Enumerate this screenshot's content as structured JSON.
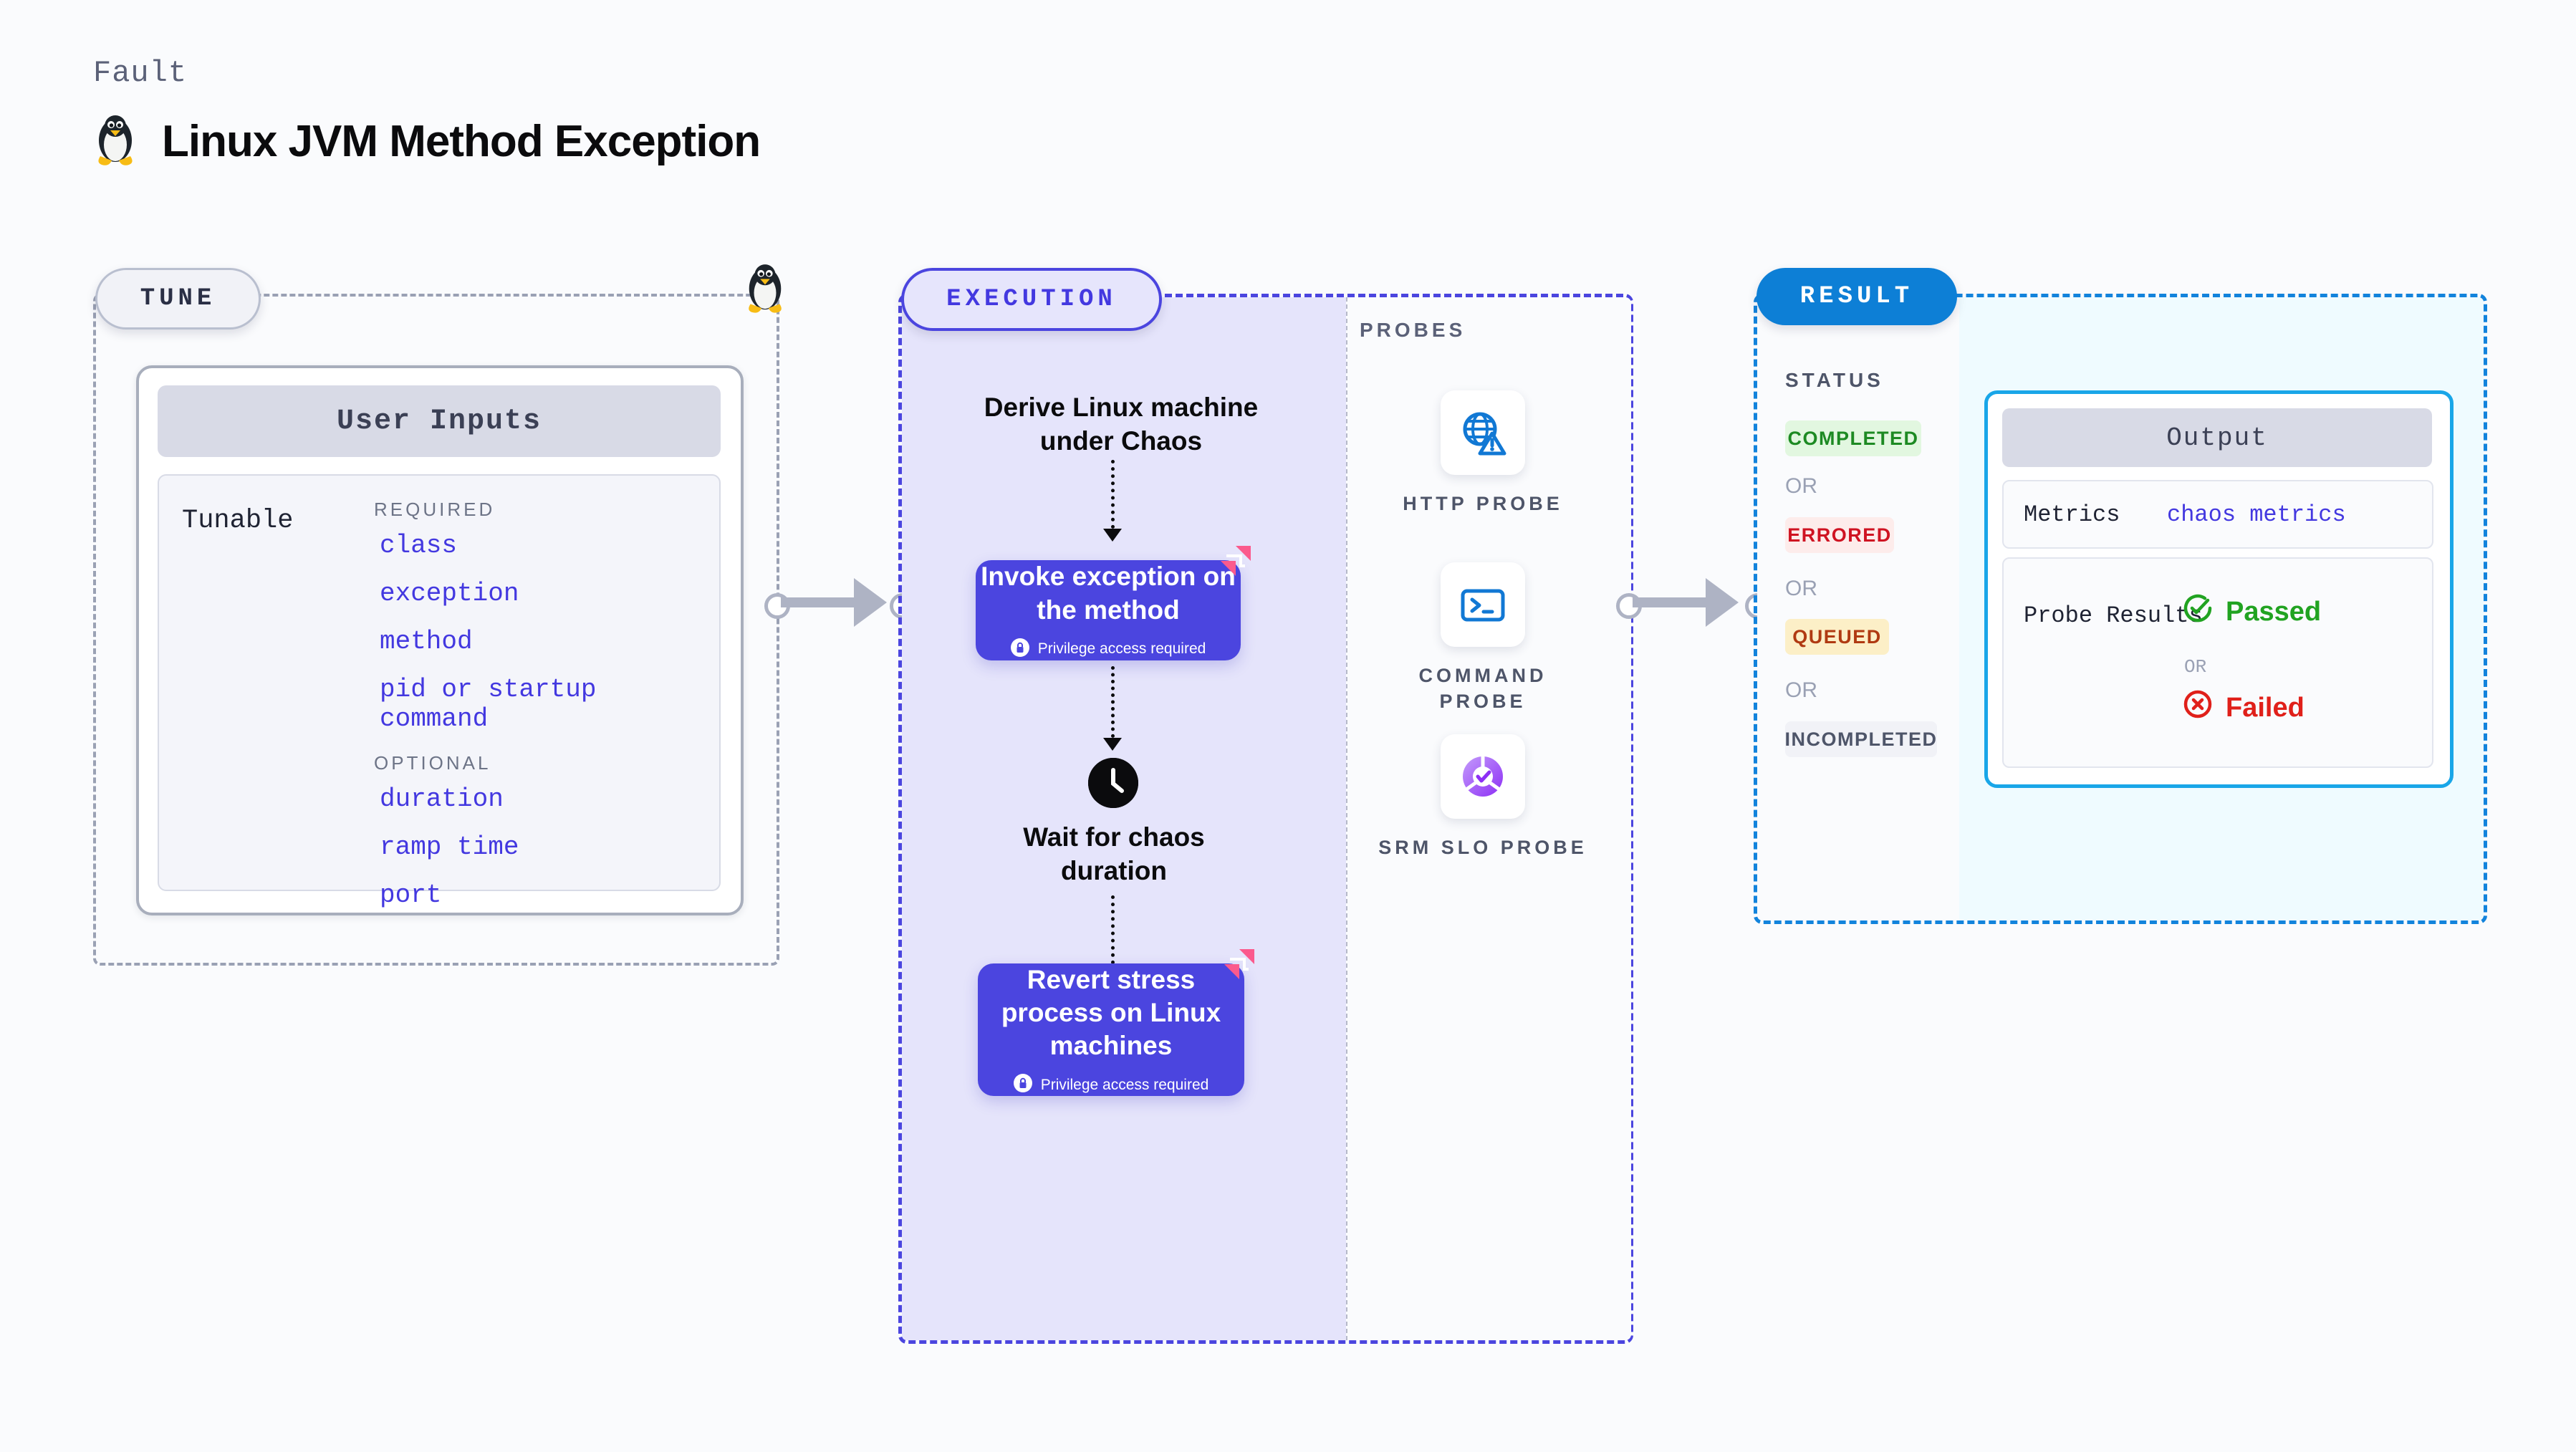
{
  "header": {
    "kicker": "Fault",
    "title": "Linux JVM Method Exception",
    "icon": "linux-penguin-icon"
  },
  "tune": {
    "tag": "TUNE",
    "card_title": "User Inputs",
    "tunable_label": "Tunable",
    "required_label": "REQUIRED",
    "optional_label": "OPTIONAL",
    "required": [
      "class",
      "exception",
      "method",
      "pid or startup command"
    ],
    "optional": [
      "duration",
      "ramp time",
      "port"
    ]
  },
  "execution": {
    "tag": "EXECUTION",
    "derive_title": "Derive Linux machine under Chaos",
    "step1": {
      "title": "Invoke exception on the method",
      "privilege": "Privilege access required",
      "badge": "chaos-logo-badge"
    },
    "wait": {
      "icon": "clock-icon",
      "title": "Wait for chaos duration"
    },
    "step2": {
      "title": "Revert stress process on Linux machines",
      "privilege": "Privilege access required",
      "badge": "chaos-logo-badge"
    }
  },
  "probes": {
    "label": "PROBES",
    "items": [
      {
        "name": "HTTP PROBE",
        "icon": "globe-warning-icon"
      },
      {
        "name": "COMMAND PROBE",
        "icon": "terminal-icon"
      },
      {
        "name": "SRM SLO PROBE",
        "icon": "slo-donut-check-icon"
      }
    ]
  },
  "result": {
    "tag": "RESULT",
    "status_label": "STATUS",
    "or_label": "OR",
    "statuses": [
      {
        "label": "COMPLETED",
        "color": "#1d8a23",
        "bg": "#e2f7e0"
      },
      {
        "label": "ERRORED",
        "color": "#cf1322",
        "bg": "#fdeceb"
      },
      {
        "label": "QUEUED",
        "color": "#b03a12",
        "bg": "#fcefc7"
      },
      {
        "label": "INCOMPLETED",
        "color": "#4e5569",
        "bg": "#f1f2f7"
      }
    ],
    "output": {
      "title": "Output",
      "metrics_key": "Metrics",
      "metrics_value": "chaos metrics",
      "probe_results_key": "Probe Results",
      "passed_label": "Passed",
      "failed_label": "Failed",
      "or_label": "OR",
      "passed_color": "#21a321",
      "failed_color": "#e0201a"
    }
  },
  "colors": {
    "tune_accent": "#9aa1b4",
    "execution_accent": "#4b45df",
    "result_accent": "#1283dc",
    "output_accent": "#19a6e8",
    "input_value": "#4338e0"
  }
}
